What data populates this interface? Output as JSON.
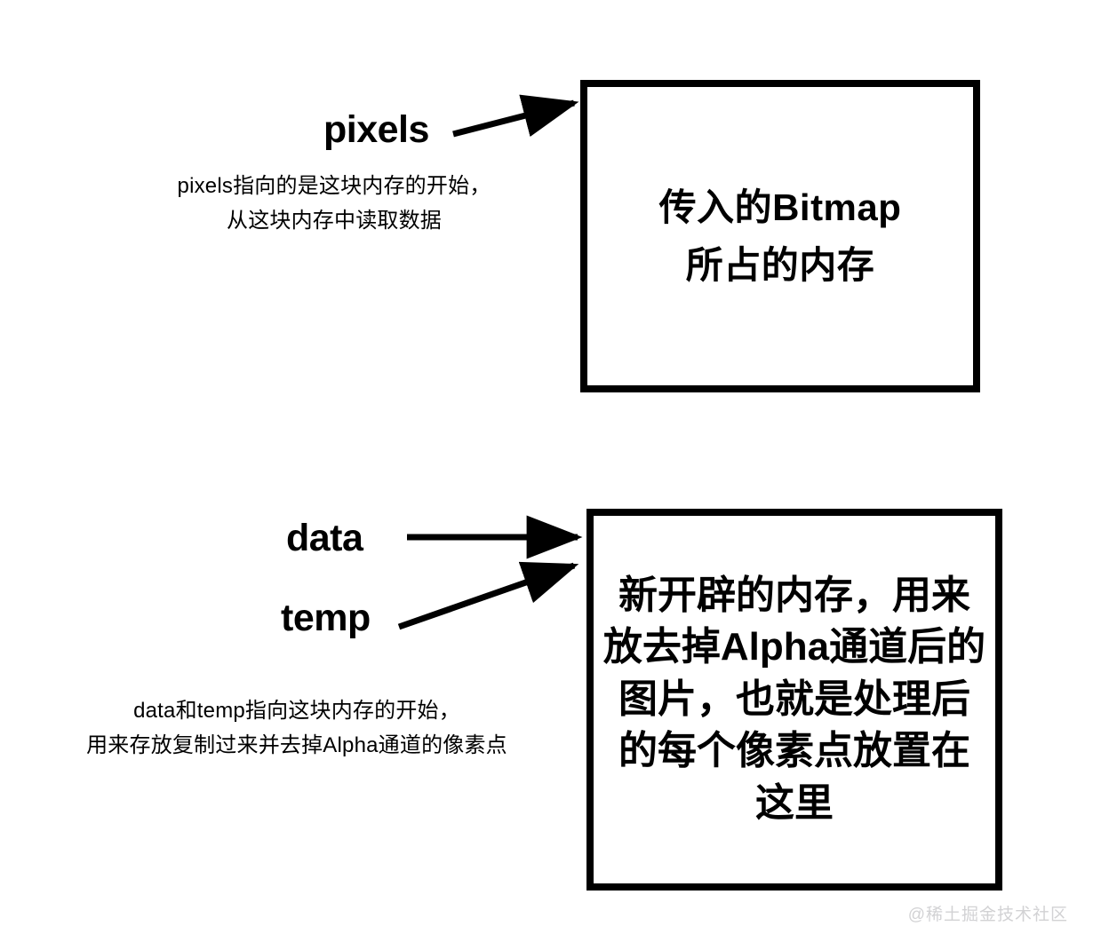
{
  "diagram": {
    "title": "Bitmap memory pointer diagram",
    "background_color": "#ffffff",
    "stroke_color": "#000000",
    "boxes": [
      {
        "id": "bitmap-memory",
        "text": "传入的Bitmap\n所占的内存"
      },
      {
        "id": "new-memory",
        "text": "新开辟的内存，用来\n放去掉Alpha通道后的\n图片，也就是处理后\n的每个像素点放置在\n这里"
      }
    ],
    "pointers": [
      {
        "id": "pixels",
        "label": "pixels"
      },
      {
        "id": "data",
        "label": "data"
      },
      {
        "id": "temp",
        "label": "temp"
      }
    ],
    "captions": [
      {
        "id": "pixels-caption",
        "text": "pixels指向的是这块内存的开始，\n从这块内存中读取数据"
      },
      {
        "id": "data-temp-caption",
        "text": "data和temp指向这块内存的开始，\n用来存放复制过来并去掉Alpha通道的像素点"
      }
    ],
    "watermark": {
      "text": "@稀土掘金技术社区",
      "color": "#d2d2d4"
    }
  }
}
